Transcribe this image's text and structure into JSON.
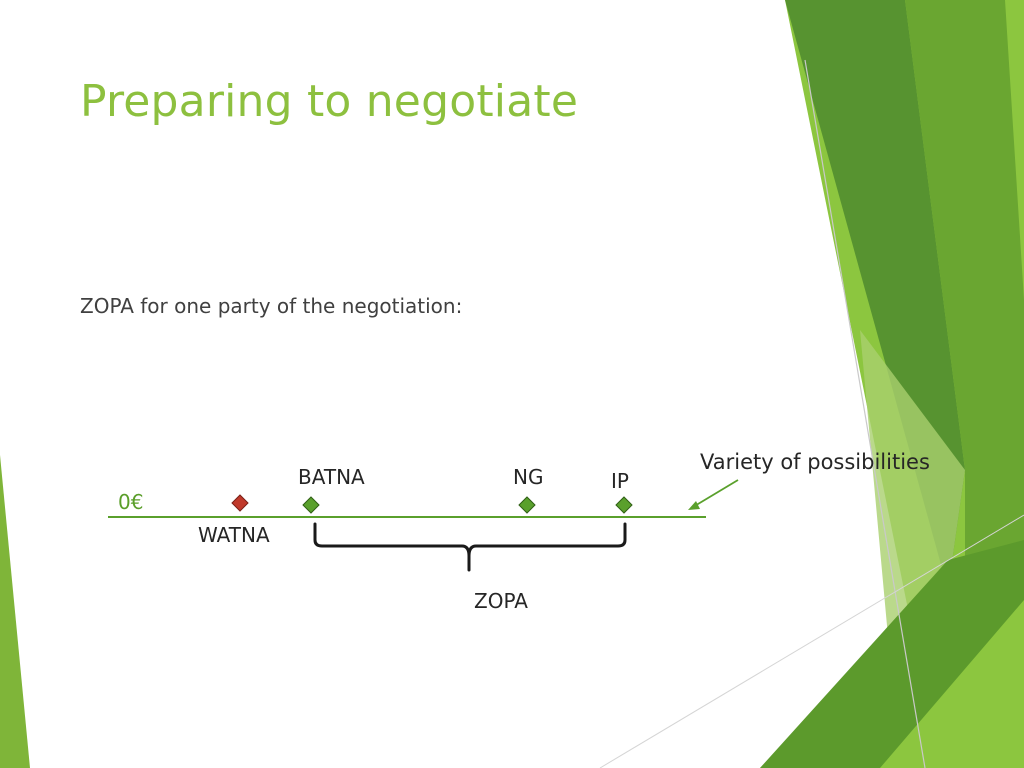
{
  "slide": {
    "title": "Preparing to negotiate",
    "subtitle": "ZOPA for one party of the negotiation:"
  },
  "diagram": {
    "axis_start_label": "0€",
    "points": [
      {
        "key": "watna",
        "label": "WATNA",
        "color": "#c0392b"
      },
      {
        "key": "batna",
        "label": "BATNA",
        "color": "#5aa02c"
      },
      {
        "key": "ng",
        "label": "NG",
        "color": "#5aa02c"
      },
      {
        "key": "ip",
        "label": "IP",
        "color": "#5aa02c"
      }
    ],
    "zone_label": "ZOPA",
    "annotation": "Variety of possibilities"
  },
  "colors": {
    "accent": "#8dc03f",
    "line": "#5aa02c",
    "text": "#262626"
  }
}
